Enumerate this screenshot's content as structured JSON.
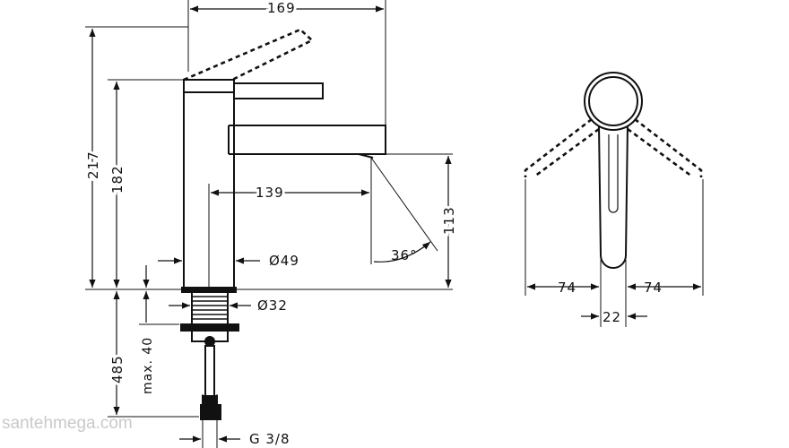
{
  "dimensions": {
    "width_top": "169",
    "height_total": "217",
    "height_lever": "182",
    "spout_reach": "139",
    "spout_height": "113",
    "angle": "36°",
    "body_diameter": "Ø49",
    "thread_diameter": "Ø32",
    "below_deck": "485",
    "max_thickness": "max. 40",
    "connection": "G 3/8",
    "side_left": "74",
    "side_right": "74",
    "lever_width": "22"
  },
  "watermark": "santehmega.com",
  "colors": {
    "line": "#111111",
    "watermark": "#c9c9c9",
    "background": "#ffffff"
  }
}
